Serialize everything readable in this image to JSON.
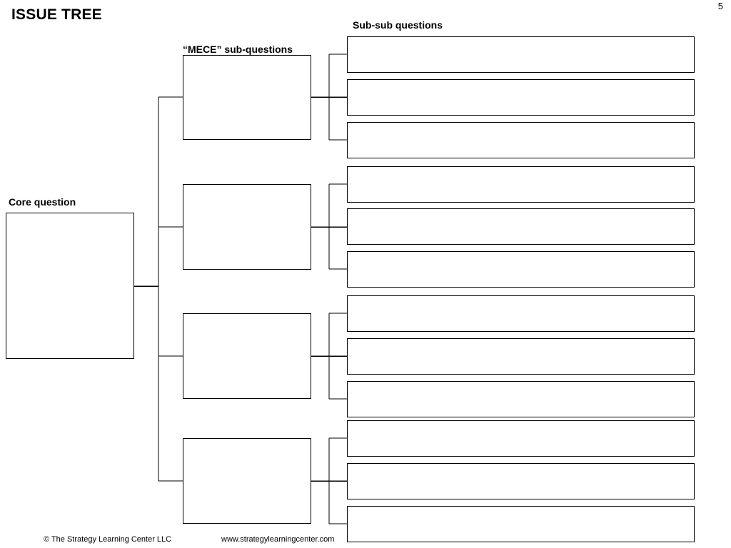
{
  "title": "ISSUE TREE",
  "page_number": "5",
  "labels": {
    "core": "Core question",
    "mece": "“MECE” sub-questions",
    "subsub": "Sub-sub questions"
  },
  "footer": {
    "copyright": "© The Strategy Learning Center LLC",
    "website": "www.strategylearningcenter.com"
  },
  "tree": {
    "sub_questions": 4,
    "sub_sub_per_sub": 3
  }
}
